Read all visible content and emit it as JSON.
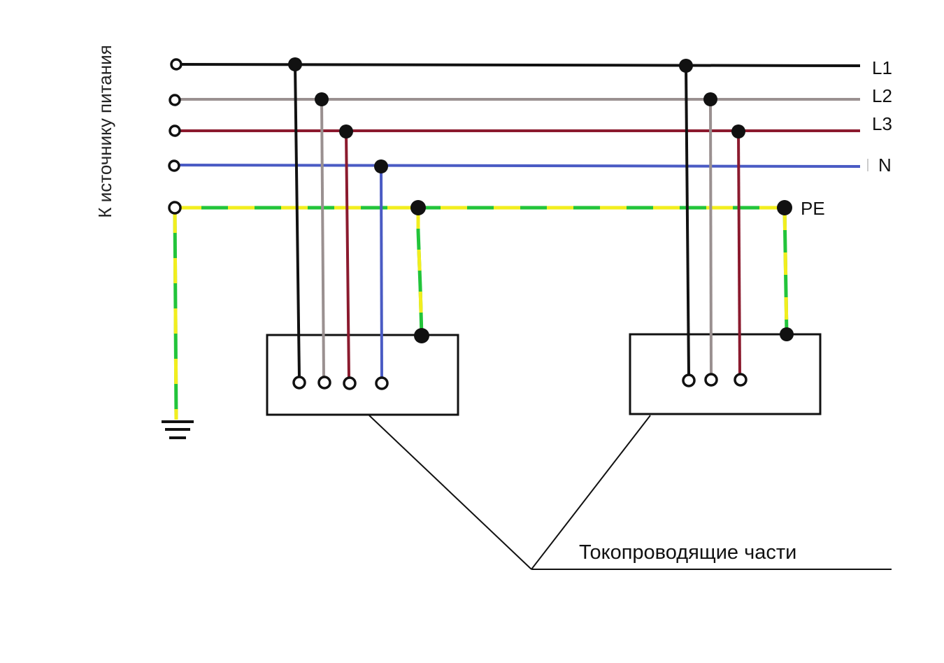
{
  "source_label": "К источнику питания",
  "caption": "Токопроводящие части",
  "lines": {
    "l1": "L1",
    "l2": "L2",
    "l3": "L3",
    "n": "N",
    "pe": "PE"
  },
  "colors": {
    "l1": "#111111",
    "l2": "#9a9090",
    "l3": "#8b1a2e",
    "n": "#4a5bc4",
    "pe_green": "#22c43a",
    "pe_yellow": "#f2ee1e",
    "outline": "#111111"
  }
}
